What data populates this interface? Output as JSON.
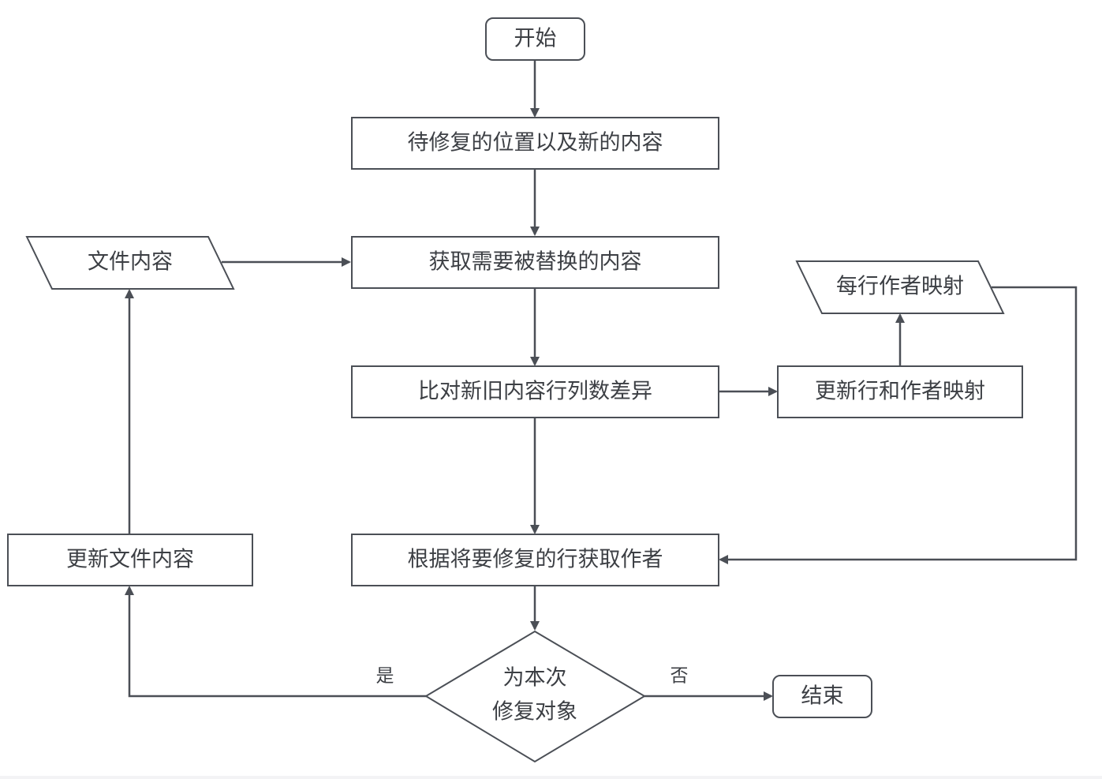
{
  "nodes": {
    "start": "开始",
    "pending": "待修复的位置以及新的内容",
    "get_replace": "获取需要被替换的内容",
    "file_content": "文件内容",
    "line_author_map": "每行作者映射",
    "compare": "比对新旧内容行列数差异",
    "update_map": "更新行和作者映射",
    "get_author": "根据将要修复的行获取作者",
    "update_file": "更新文件内容",
    "decision_line1": "为本次",
    "decision_line2": "修复对象",
    "end": "结束"
  },
  "edge_labels": {
    "yes": "是",
    "no": "否"
  },
  "colors": {
    "stroke": "#4b4f56",
    "text": "#3c3f44",
    "fill": "#ffffff"
  }
}
